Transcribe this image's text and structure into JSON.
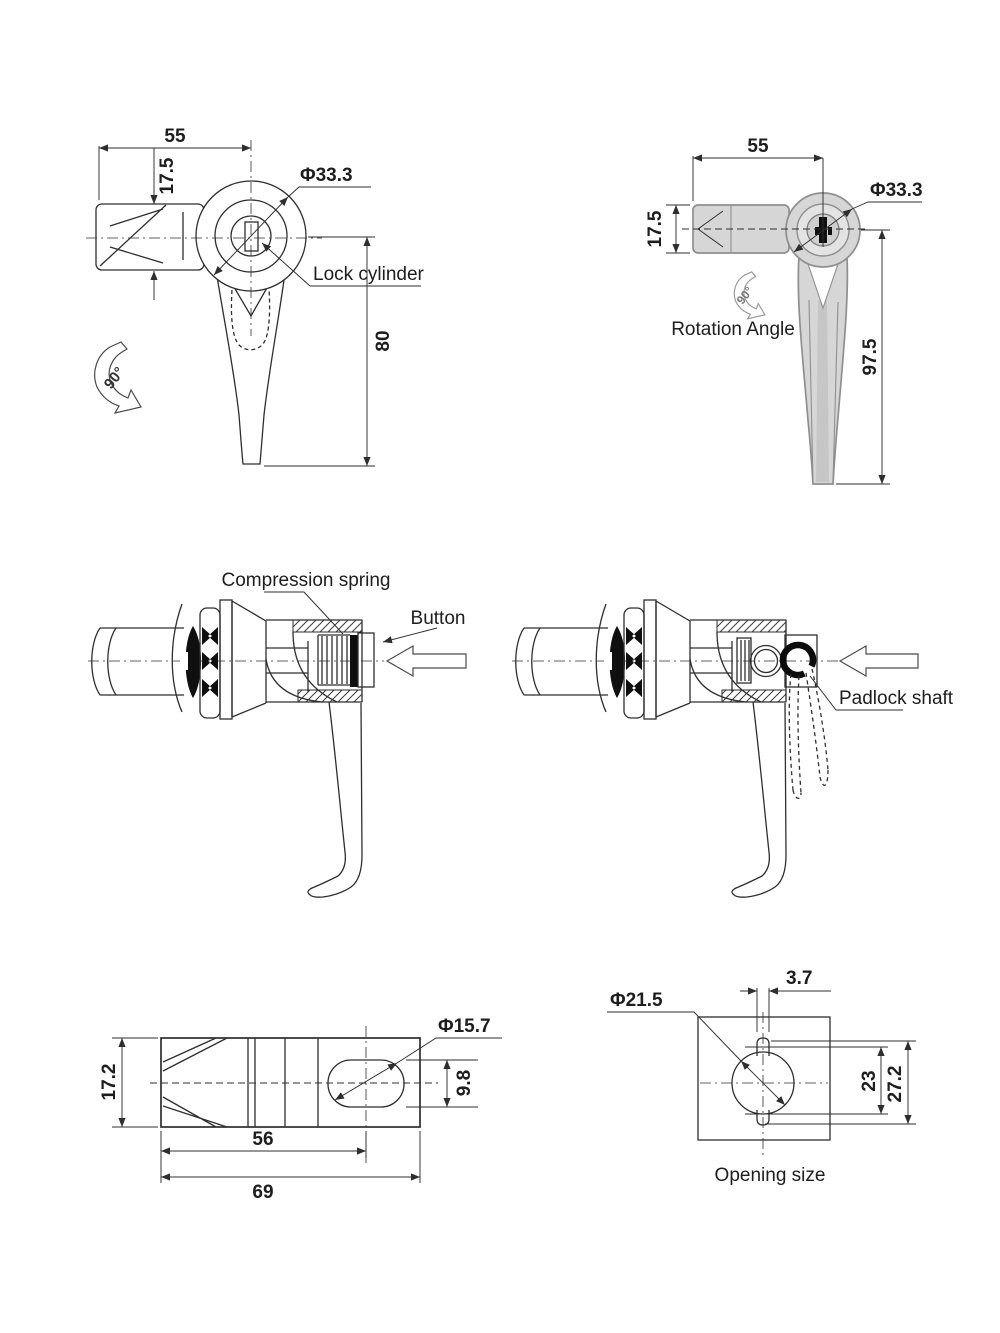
{
  "drawing_type": "technical drawing - padlockable L-handle latch lock",
  "colors": {
    "line": "#2e2e2e",
    "handle_fill": "#d6d6d6",
    "handle_outline": "#8f8f8f",
    "background": "#ffffff"
  },
  "views": {
    "front": {
      "name": "front view (locked position)",
      "width": "55",
      "bar_height": "17.5",
      "head_diameter": "Φ33.3",
      "handle_length": "80",
      "lock_cylinder": "Lock cylinder",
      "rotation": "90°"
    },
    "rotated": {
      "name": "front view (rotated, shaded)",
      "width": "55",
      "bar_height": "17.5",
      "head_diameter": "Φ33.3",
      "handle_length": "97.5",
      "rotation": "90°",
      "rotation_label": "Rotation Angle"
    },
    "side_button": {
      "name": "side section view with button",
      "spring": "Compression spring",
      "button": "Button"
    },
    "side_padlock": {
      "name": "side section view with padlock shaft",
      "padlock": "Padlock shaft"
    },
    "top": {
      "name": "top view of housing",
      "height": "17.2",
      "hole_diameter": "Φ15.7",
      "slot_height": "9.8",
      "center_distance": "56",
      "total_length": "69"
    },
    "opening": {
      "name": "panel cut-out",
      "hole_diameter": "Φ21.5",
      "slot_width": "3.7",
      "height_inner": "23",
      "height_total": "27.2",
      "caption": "Opening size"
    }
  }
}
